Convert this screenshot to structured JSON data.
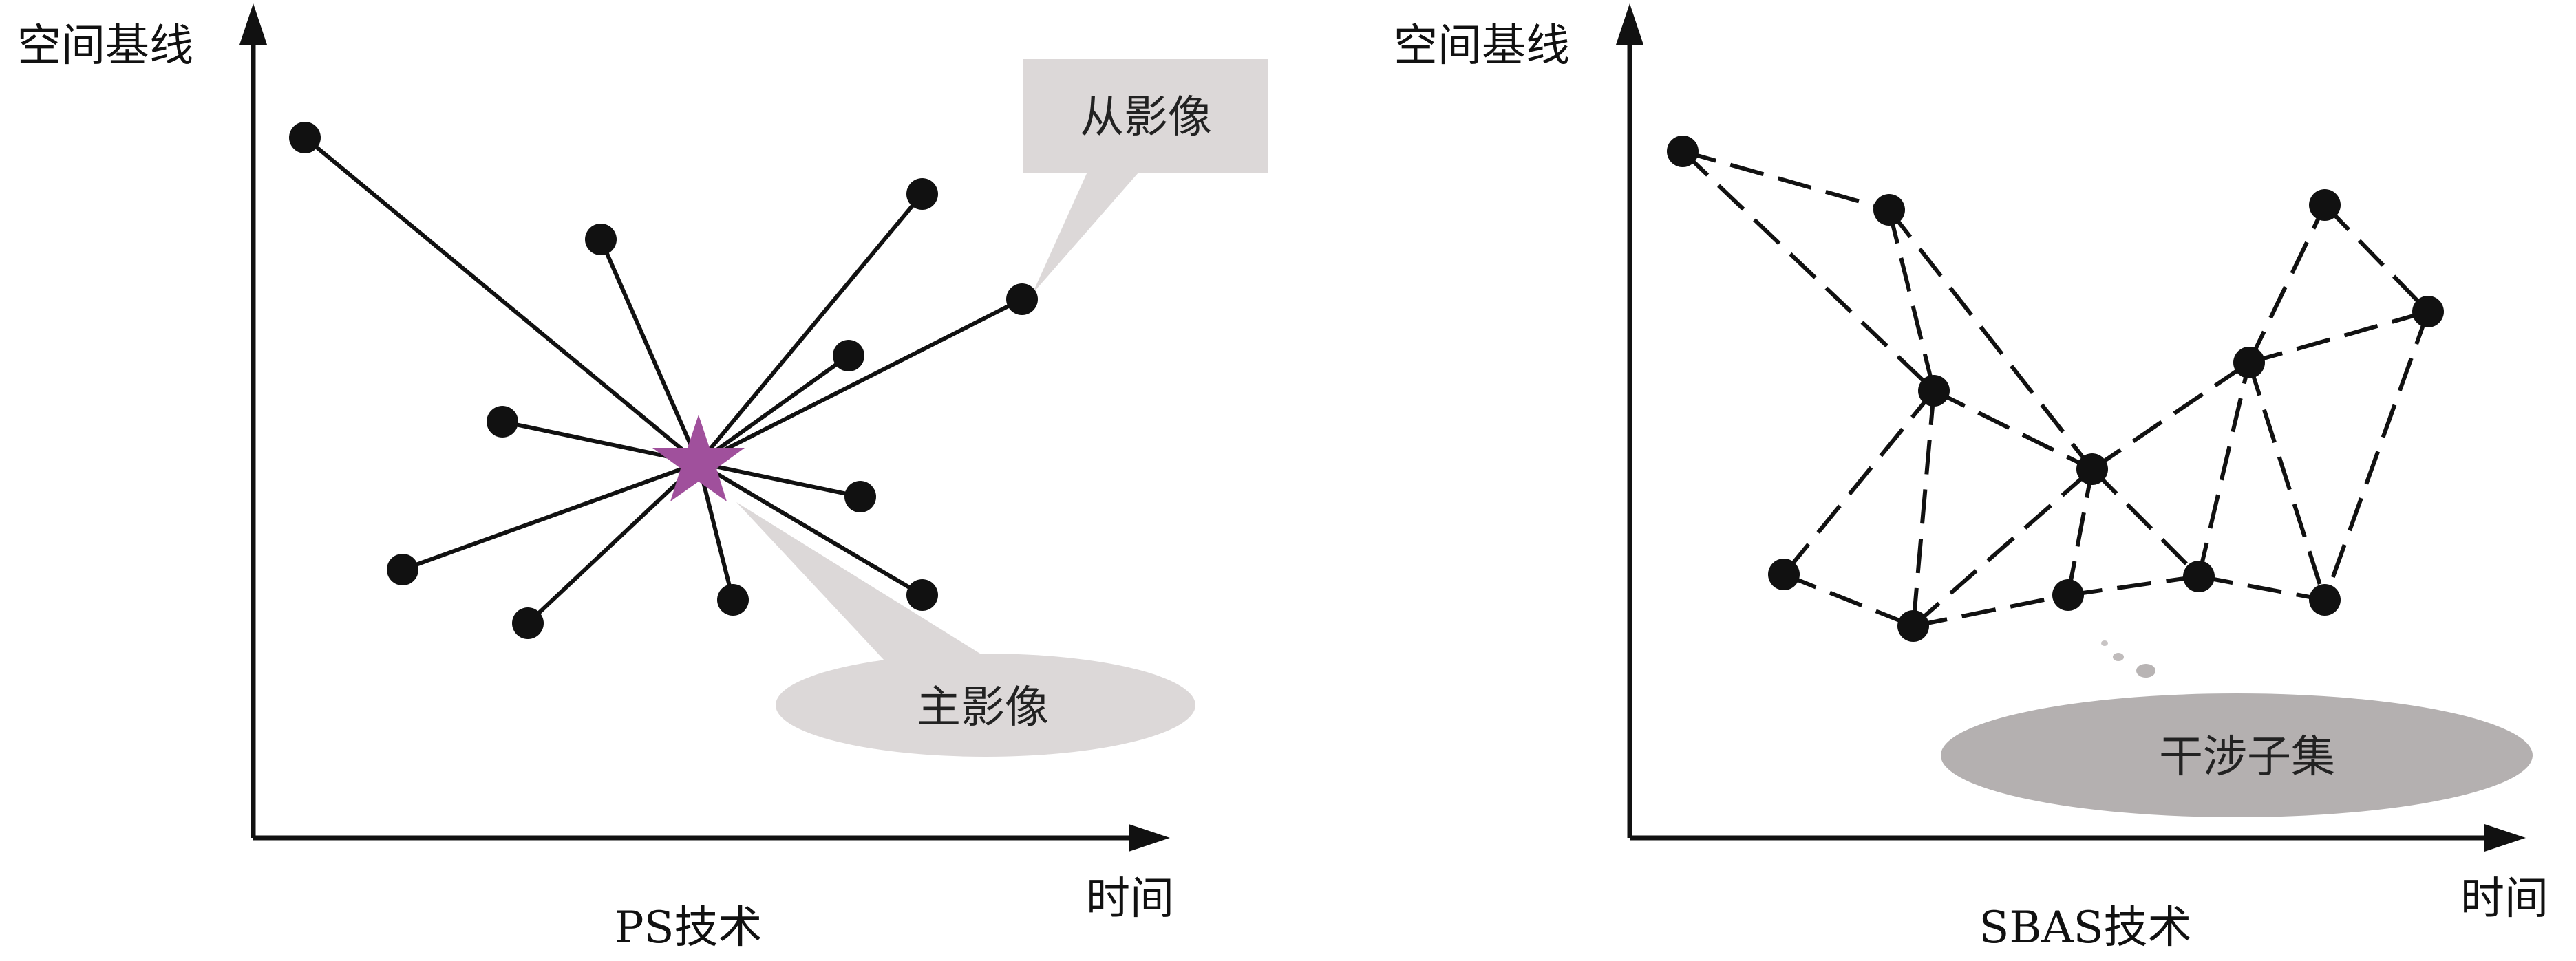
{
  "colors": {
    "line": "#111111",
    "node": "#111111",
    "master_star": "#a0509c",
    "callout_light": "#dcd8d8",
    "callout_dark": "#b4b0b0"
  },
  "ps_panel": {
    "y_axis_label": "空间基线",
    "x_axis_label": "时间",
    "caption": "PS技术",
    "slave_callout": "从影像",
    "master_callout": "主影像",
    "master_icon": "star-icon"
  },
  "sbas_panel": {
    "y_axis_label": "空间基线",
    "x_axis_label": "时间",
    "caption": "SBAS技术",
    "subset_callout": "干涉子集"
  }
}
